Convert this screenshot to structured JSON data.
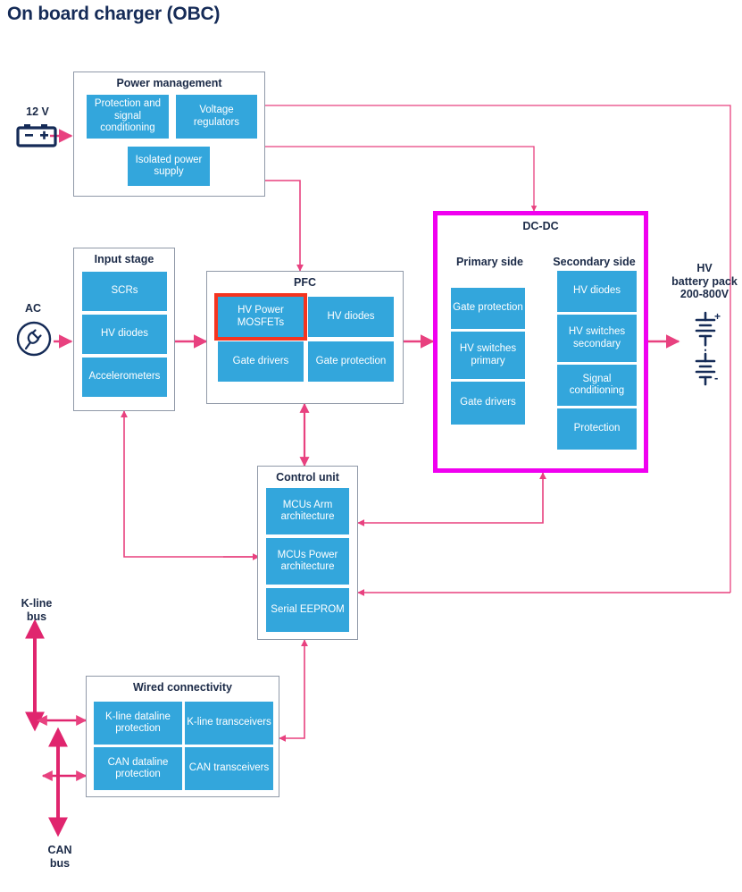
{
  "title": "On board charger (OBC)",
  "colors": {
    "block_blue": "#33A6DC",
    "group_border": "#9099A8",
    "wire_pink": "#E8417F",
    "dcdc_border": "#F000F0",
    "highlight_red": "#F5341F",
    "title_navy": "#152B57"
  },
  "labels": {
    "battery_12v": "12 V",
    "ac": "AC",
    "hv_battery": "HV\nbattery pack\n200-800V",
    "hv_battery_line1": "HV",
    "hv_battery_line2": "battery pack",
    "hv_battery_line3": "200-800V",
    "kline_bus_line1": "K-line",
    "kline_bus_line2": "bus",
    "can_bus_line1": "CAN",
    "can_bus_line2": "bus"
  },
  "groups": {
    "power_management": {
      "title": "Power management",
      "blocks": [
        {
          "label": "Protection and signal conditioning"
        },
        {
          "label": "Voltage regulators"
        },
        {
          "label": "Isolated power supply"
        }
      ]
    },
    "input_stage": {
      "title": "Input stage",
      "blocks": [
        {
          "label": "SCRs"
        },
        {
          "label": "HV diodes"
        },
        {
          "label": "Accelerometers"
        }
      ]
    },
    "pfc": {
      "title": "PFC",
      "blocks": [
        {
          "label": "HV Power MOSFETs",
          "highlighted": true
        },
        {
          "label": "HV diodes",
          "highlighted": false
        },
        {
          "label": "Gate drivers",
          "highlighted": false
        },
        {
          "label": "Gate protection",
          "highlighted": false
        }
      ]
    },
    "dc_dc": {
      "title": "DC-DC",
      "primary_side": {
        "title": "Primary side",
        "blocks": [
          {
            "label": "Gate protection"
          },
          {
            "label": "HV switches primary"
          },
          {
            "label": "Gate drivers"
          }
        ]
      },
      "secondary_side": {
        "title": "Secondary side",
        "blocks": [
          {
            "label": "HV diodes"
          },
          {
            "label": "HV switches secondary"
          },
          {
            "label": "Signal conditioning"
          },
          {
            "label": "Protection"
          }
        ]
      }
    },
    "control_unit": {
      "title": "Control unit",
      "blocks": [
        {
          "label": "MCUs Arm architecture"
        },
        {
          "label": "MCUs Power architecture"
        },
        {
          "label": "Serial EEPROM"
        }
      ]
    },
    "wired_connectivity": {
      "title": "Wired connectivity",
      "blocks": [
        {
          "label": "K-line dataline protection"
        },
        {
          "label": "K-line transceivers"
        },
        {
          "label": "CAN dataline protection"
        },
        {
          "label": "CAN transceivers"
        }
      ]
    }
  },
  "icons": {
    "battery": "car-battery-icon",
    "ac_plug": "ac-plug-icon",
    "hv_battery_stack": "battery-stack-icon"
  }
}
